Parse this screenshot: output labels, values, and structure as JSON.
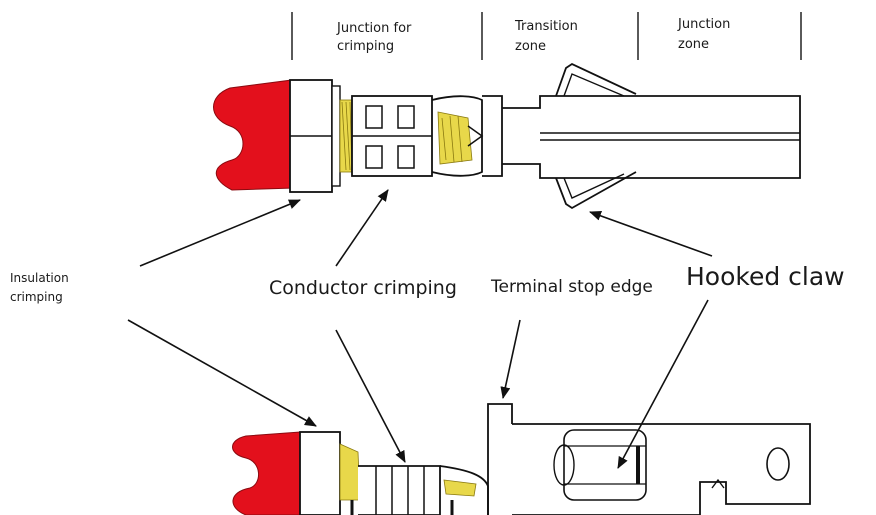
{
  "header": {
    "junction_crimping": [
      "Junction for",
      "crimping"
    ],
    "transition_zone": [
      "Transition",
      "zone"
    ],
    "junction_zone": [
      "Junction",
      "zone"
    ]
  },
  "callouts": {
    "insulation_crimping": [
      "Insulation",
      "crimping"
    ],
    "conductor_crimping": "Conductor crimping",
    "terminal_stop_edge": "Terminal stop edge",
    "hooked_claw": "Hooked claw"
  },
  "colors": {
    "insulation": "#e3101c",
    "wire": "#e8d84a",
    "line": "#111111"
  }
}
